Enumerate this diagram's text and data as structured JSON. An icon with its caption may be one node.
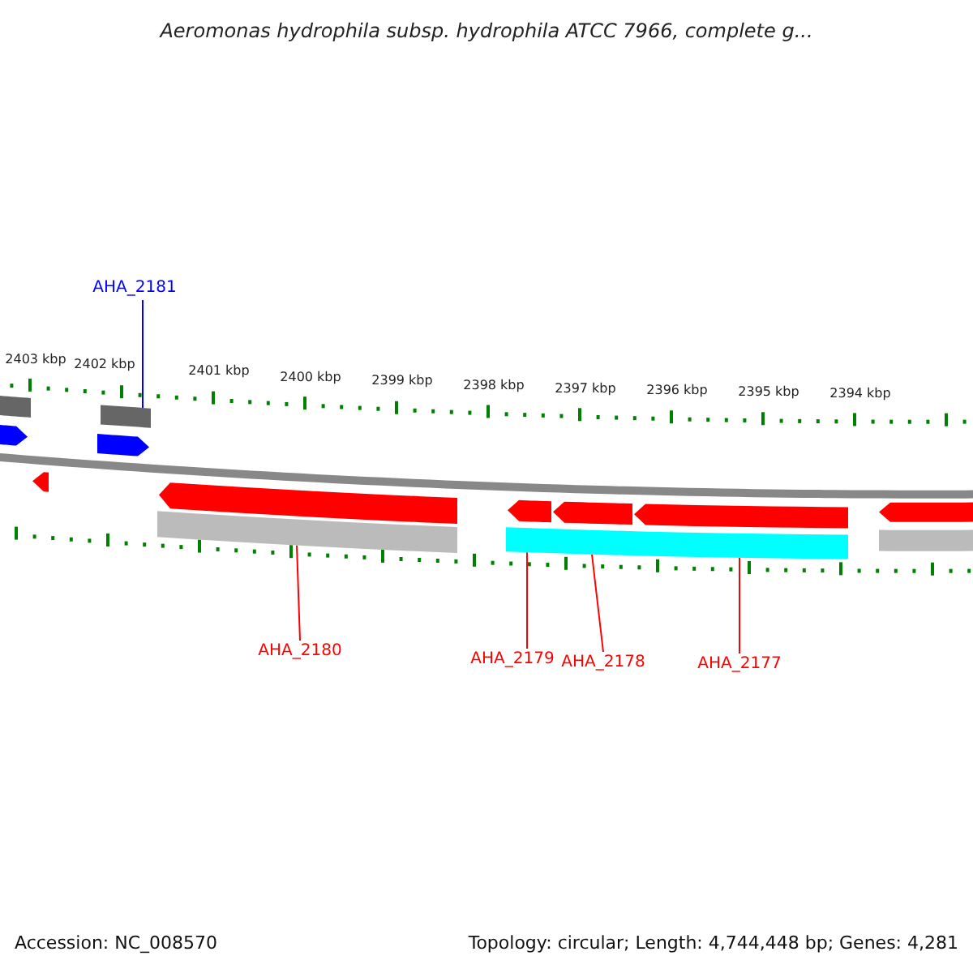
{
  "diagram": {
    "title": "Aeromonas hydrophila subsp. hydrophila ATCC 7966, complete g...",
    "nodes": [
      {
        "text": [
          "AHA_2181"
        ]
      },
      {
        "text": [
          "AHA_2180"
        ]
      },
      {
        "text": [
          "AHA_2179"
        ]
      },
      {
        "text": [
          "AHA_2178"
        ]
      },
      {
        "text": [
          "AHA_2177"
        ]
      },
      {
        "text": [],
        "shape": "bar"
      },
      {
        "text": [],
        "shape": "bar"
      },
      {
        "text": [],
        "shape": "bar"
      }
    ],
    "edges": [
      {
        "from": 0,
        "to": 5,
        "arrow": "none",
        "color": "#0000ff"
      },
      {
        "from": 1,
        "to": 6,
        "arrow": "none"
      },
      {
        "from": 2,
        "to": 7,
        "arrow": "none"
      },
      {
        "from": 3,
        "to": 7,
        "arrow": "none"
      },
      {
        "from": 4,
        "to": 7,
        "arrow": "none"
      }
    ],
    "labels": [
      "2403 kbp",
      "2402 kbp",
      "2401 kbp",
      "2400 kbp",
      "2399 kbp",
      "2398 kbp",
      "2397 kbp",
      "2396 kbp",
      "2395 kbp",
      "2394 kbp",
      "Accession: NC_008570",
      "Topology: circular; Length: 4,744,448 bp; Genes: 4,281"
    ]
  }
}
